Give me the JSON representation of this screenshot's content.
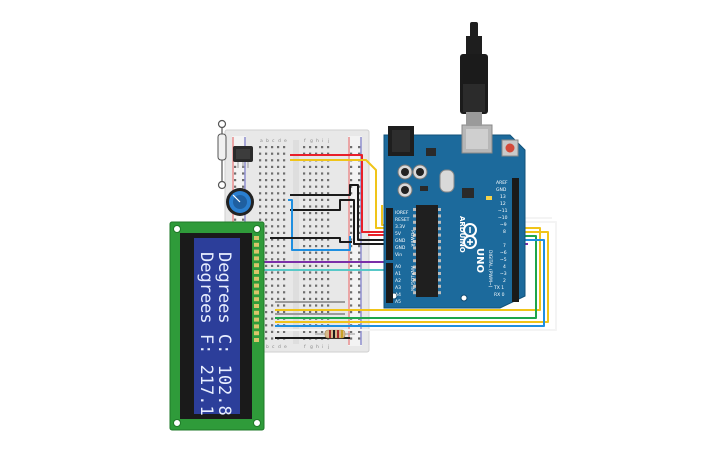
{
  "lcd": {
    "line1": "Degrees C: 102.8",
    "line2": "Degrees F: 217.1"
  },
  "arduino": {
    "brand": "ARDUINO",
    "model": "UNO",
    "power_header_labels": [
      "IOREF",
      "RESET",
      "3.3V",
      "5V",
      "GND",
      "GND",
      "Vin"
    ],
    "analog_header_labels": [
      "A0",
      "A1",
      "A2",
      "A3",
      "A4",
      "A5"
    ],
    "digital_header_labels": [
      "AREF",
      "GND",
      "13",
      "12",
      "~11",
      "~10",
      "~9",
      "8",
      "7",
      "~6",
      "~5",
      "4",
      "~3",
      "2",
      "TX 1",
      "RX 0"
    ],
    "section_labels": [
      "POWER",
      "ANALOG IN",
      "DIGITAL (PWM~)"
    ]
  },
  "breadboard": {
    "column_letters_top": [
      "a",
      "b",
      "c",
      "d",
      "e",
      "f",
      "g",
      "h",
      "i",
      "j"
    ],
    "column_letters_bottom": [
      "a",
      "b",
      "c",
      "d",
      "e",
      "f",
      "g",
      "h",
      "i",
      "j"
    ]
  },
  "colors": {
    "wire_red": "#e8202a",
    "wire_black": "#1a1a1a",
    "wire_yellow": "#f0c419",
    "wire_blue": "#1f8fe0",
    "wire_green": "#1fa64a",
    "wire_purple": "#7a2fa8",
    "wire_cyan": "#58c8c8",
    "board_teal": "#1c6a9c",
    "lcd_pcb": "#2f9b3a",
    "lcd_screen": "#2c3e9a"
  }
}
